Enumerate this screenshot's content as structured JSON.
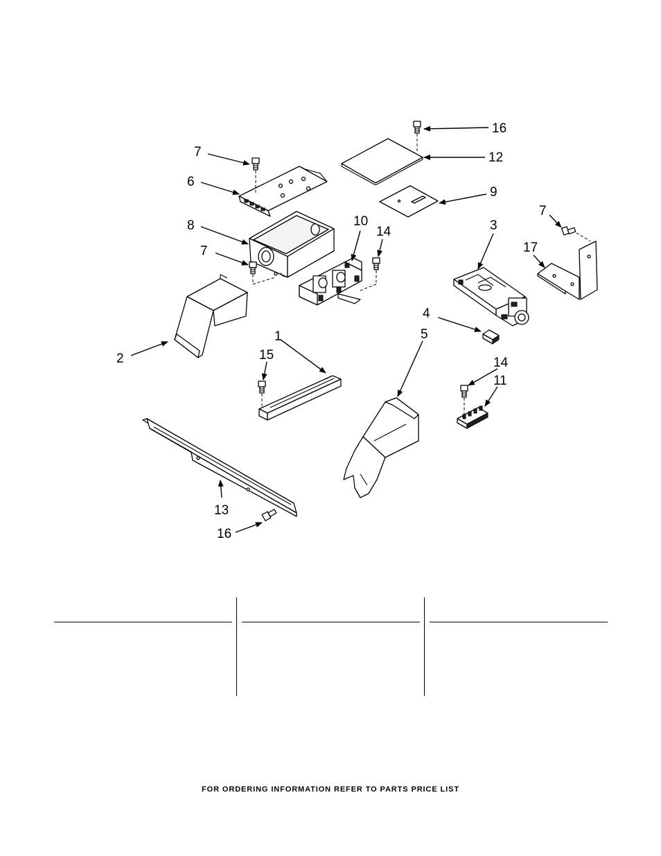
{
  "callouts": {
    "c1": "1",
    "c2": "2",
    "c3": "3",
    "c4": "4",
    "c5": "5",
    "c6": "6",
    "c7a": "7",
    "c7b": "7",
    "c7c": "7",
    "c8": "8",
    "c9": "9",
    "c10": "10",
    "c11": "11",
    "c12": "12",
    "c13": "13",
    "c14a": "14",
    "c14b": "14",
    "c15": "15",
    "c16a": "16",
    "c16b": "16",
    "c17": "17"
  },
  "footer": {
    "text": "FOR ORDERING INFORMATION REFER TO PARTS PRICE LIST"
  }
}
